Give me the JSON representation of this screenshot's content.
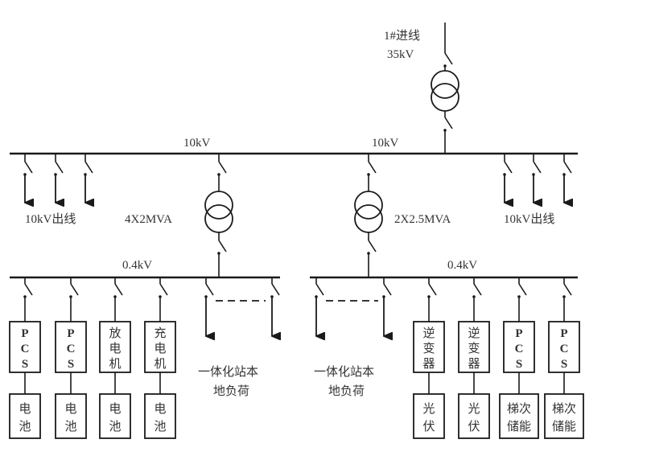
{
  "incoming": {
    "label_line1": "1#进线",
    "label_line2": "35kV"
  },
  "bus_10kv": {
    "label_left": "10kV",
    "label_right": "10kV"
  },
  "feeders_10kv": {
    "left_label": "10kV出线",
    "right_label": "10kV出线",
    "left_count": 3,
    "right_count": 3
  },
  "transformers": {
    "left_rating": "4X2MVA",
    "right_rating": "2X2.5MVA"
  },
  "bus_04kv": {
    "left_label": "0.4kV",
    "right_label": "0.4kV"
  },
  "loads": {
    "left_label_line1": "一体化站本",
    "left_label_line2": "地负荷",
    "right_label_line1": "一体化站本",
    "right_label_line2": "地负荷"
  },
  "left_units": [
    {
      "top": [
        "P",
        "C",
        "S"
      ],
      "top_latin": true,
      "bottom": [
        "电",
        "池"
      ]
    },
    {
      "top": [
        "P",
        "C",
        "S"
      ],
      "top_latin": true,
      "bottom": [
        "电",
        "池"
      ]
    },
    {
      "top": [
        "放",
        "电",
        "机"
      ],
      "top_latin": false,
      "bottom": [
        "电",
        "池"
      ]
    },
    {
      "top": [
        "充",
        "电",
        "机"
      ],
      "top_latin": false,
      "bottom": [
        "电",
        "池"
      ]
    }
  ],
  "right_units": [
    {
      "top": [
        "逆",
        "变",
        "器"
      ],
      "top_latin": false,
      "bottom": [
        "光",
        "伏"
      ]
    },
    {
      "top": [
        "逆",
        "变",
        "器"
      ],
      "top_latin": false,
      "bottom": [
        "光",
        "伏"
      ]
    },
    {
      "top": [
        "P",
        "C",
        "S"
      ],
      "top_latin": true,
      "bottom": [
        "梯次",
        "储能"
      ]
    },
    {
      "top": [
        "P",
        "C",
        "S"
      ],
      "top_latin": true,
      "bottom": [
        "梯次",
        "储能"
      ]
    }
  ]
}
